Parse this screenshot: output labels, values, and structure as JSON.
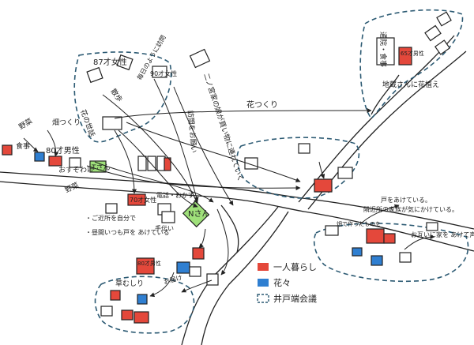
{
  "labels": {
    "woman87": "87才女性",
    "flower_tending": "花の世話",
    "woman90": "90才女性",
    "stroll": "散歩",
    "visit_daily": "毎日のように訪問",
    "flower_making": "花つくり",
    "ask_visit": "訪問をお願い",
    "daughter_shopping": "二ノ宮家の娘が買い物に連れていく",
    "man80": "80才男性",
    "veg": "野菜",
    "field": "畑つくり",
    "meal": "食事",
    "osusowake": "おすそわけ",
    "t_san": "Tさん",
    "phone_okazu": "電話・おかず",
    "woman70": "70才女性",
    "n_san": "Nさん",
    "errand": "手伝い",
    "note1": "・ご近所を自分で",
    "note2": "・昼間いつも戸を あけている",
    "man80b": "80才男性",
    "grass": "草むしり",
    "delivery": "お届け",
    "hospital": "通院・食事",
    "man65": "65才男性",
    "jizo": "地蔵さんに花植え",
    "door_open": "戸をあけている。",
    "neighbors": "隣近所の家族が気にかけている。",
    "bring": "畑で作ったものを",
    "share": "お互いに家を あけて声かけ"
  },
  "legend": {
    "living_alone": "一人暮らし",
    "flowers": "花々",
    "council": "井戸端会議"
  },
  "colors": {
    "red": "#e4483b",
    "blue": "#2f7fd1",
    "green": "#9fe07a",
    "council": "#2c5a73"
  }
}
